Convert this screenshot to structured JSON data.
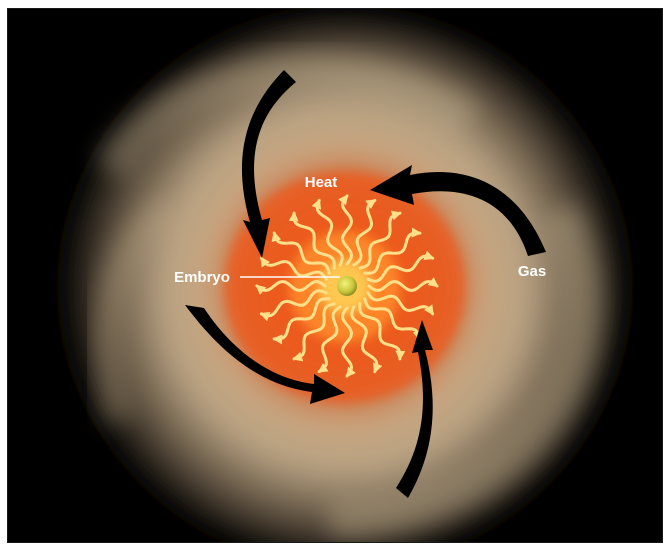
{
  "labels": {
    "heat": "Heat",
    "embryo": "Embryo",
    "gas": "Gas"
  },
  "colors": {
    "background": "#000000",
    "disk_outer": "#c9b697",
    "disk_inner": "#e85a1c",
    "embryo": "#c9c73a",
    "heat_wave": "#ffe08a",
    "inflow_arrow": "#000000",
    "label_text": "#ffffff"
  },
  "icons": {
    "heat_waves": "wavy-arrow-icon",
    "gas_inflow": "curved-arrow-icon"
  }
}
